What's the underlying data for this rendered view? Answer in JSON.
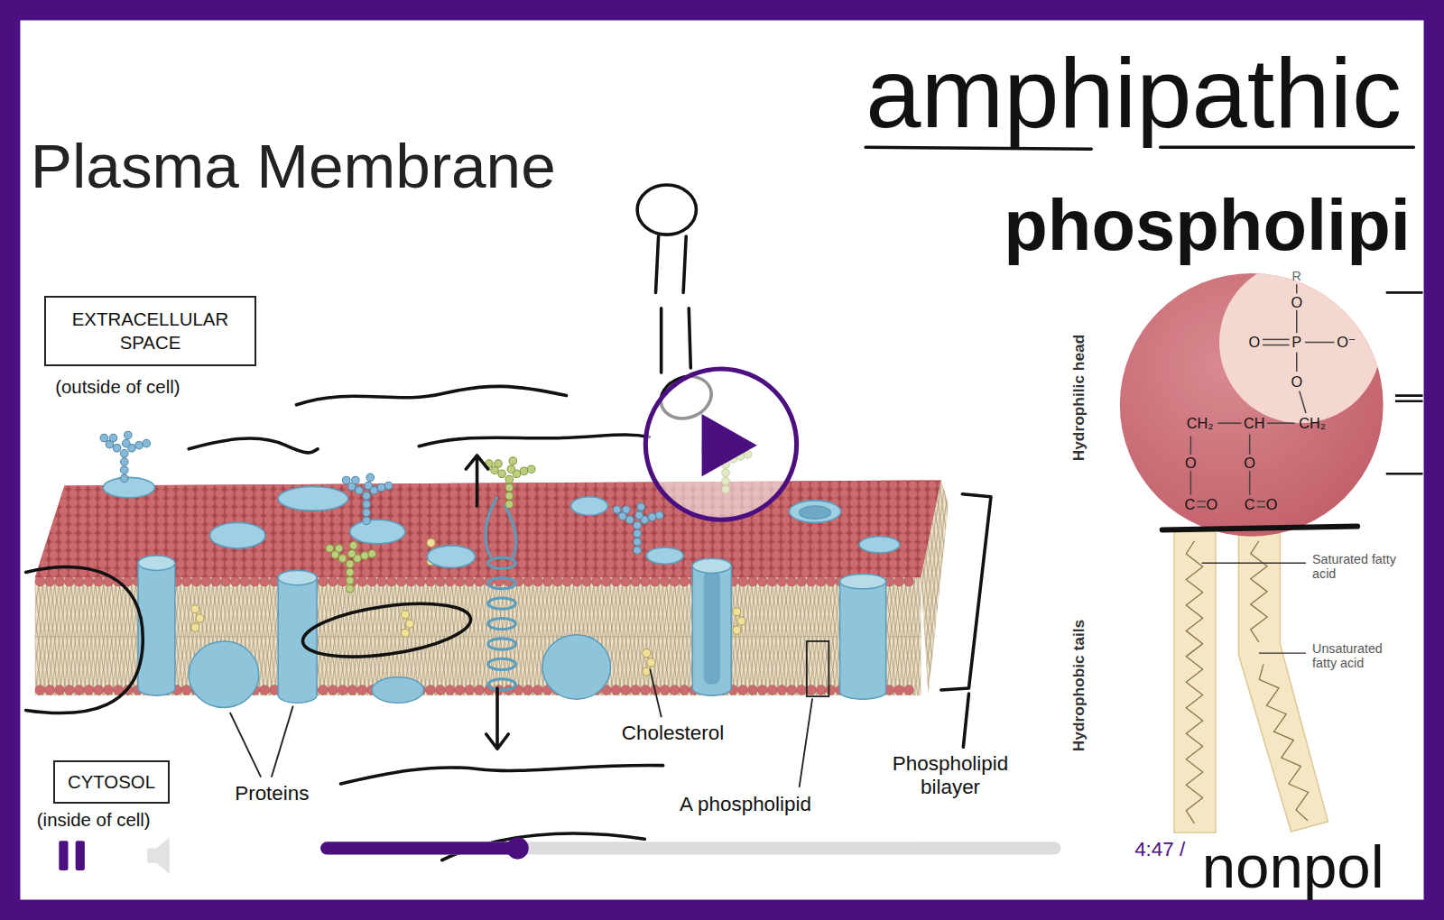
{
  "diagram": {
    "title": "Plasma Membrane",
    "nodes": [
      {
        "text": [
          "EXTRACELLULAR SPACE"
        ]
      },
      {
        "text": [
          "CYTOSOL"
        ]
      }
    ],
    "labels": [
      "amphipathic",
      "phospholipi",
      "(outside of cell)",
      "Hydrophilic head",
      "R",
      "O",
      "O",
      "P",
      "O⁻",
      "O",
      "CH₂",
      "CH",
      "CH₂",
      "O",
      "O",
      "C",
      "O",
      "C",
      "O",
      "Saturated fatty acid",
      "Unsaturated fatty acid",
      "Hydrophobic tails",
      "Cholesterol",
      "Phospholipid bilayer",
      "Proteins",
      "A phospholipid",
      "(inside of cell)",
      "4:47 /",
      "nonpol"
    ]
  }
}
